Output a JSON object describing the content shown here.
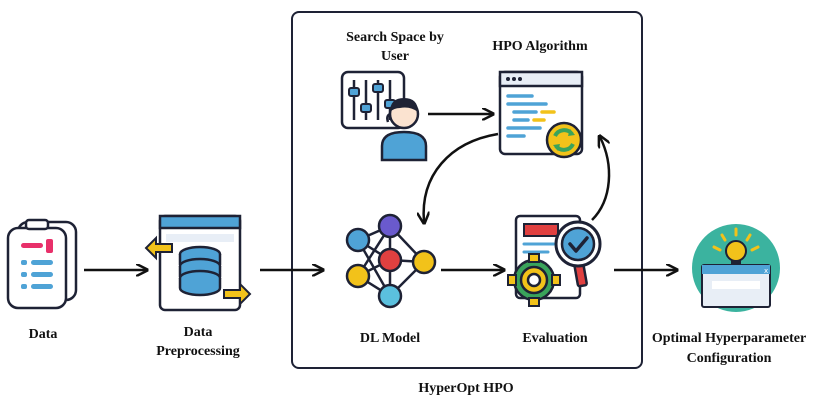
{
  "labels": {
    "data": "Data",
    "data_preprocessing_1": "Data",
    "data_preprocessing_2": "Preprocessing",
    "search_space_1": "Search Space by",
    "search_space_2": "User",
    "hpo_algorithm": "HPO Algorithm",
    "dl_model": "DL Model",
    "evaluation": "Evaluation",
    "optimal_1": "Optimal Hyperparameter",
    "optimal_2": "Configuration",
    "container": "HyperOpt HPO"
  },
  "icons": {
    "data": "document-stack-icon",
    "preprocessing": "database-transfer-icon",
    "search_space": "user-sliders-icon",
    "hpo_algorithm": "code-window-refresh-icon",
    "dl_model": "neural-network-icon",
    "evaluation": "report-gear-magnifier-icon",
    "optimal": "lightbulb-window-icon"
  },
  "colors": {
    "navy": "#1e2235",
    "pink": "#e8306a",
    "blue": "#4fa3d6",
    "yellow": "#f2c21a",
    "green": "#3aa35b",
    "red": "#e04040",
    "purple": "#6a5acd",
    "cyan": "#5bc0de",
    "teal_circle": "#3bb39f"
  }
}
